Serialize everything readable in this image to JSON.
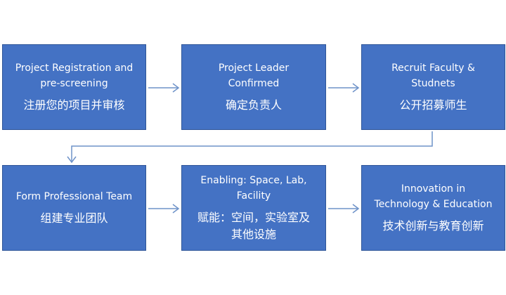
{
  "steps": [
    {
      "en": "Project Registration and\npre-screening",
      "zh": "注册您的项目并审核"
    },
    {
      "en": "Project Leader\nConfirmed",
      "zh": "确定负责人"
    },
    {
      "en": "Recruit Faculty &\nStudnets",
      "zh": "公开招募师生"
    },
    {
      "en": "Form Professional Team",
      "zh": "组建专业团队"
    },
    {
      "en": "Enabling: Space, Lab,\nFacility",
      "zh": "赋能：空间，实验室及\n其他设施"
    },
    {
      "en": "Innovation in\nTechnology & Education",
      "zh": "技术创新与教育创新"
    }
  ],
  "colors": {
    "box_fill": "#4472c4",
    "box_border": "#2f5597",
    "text": "#ffffff",
    "arrow": "#6f93c9"
  }
}
